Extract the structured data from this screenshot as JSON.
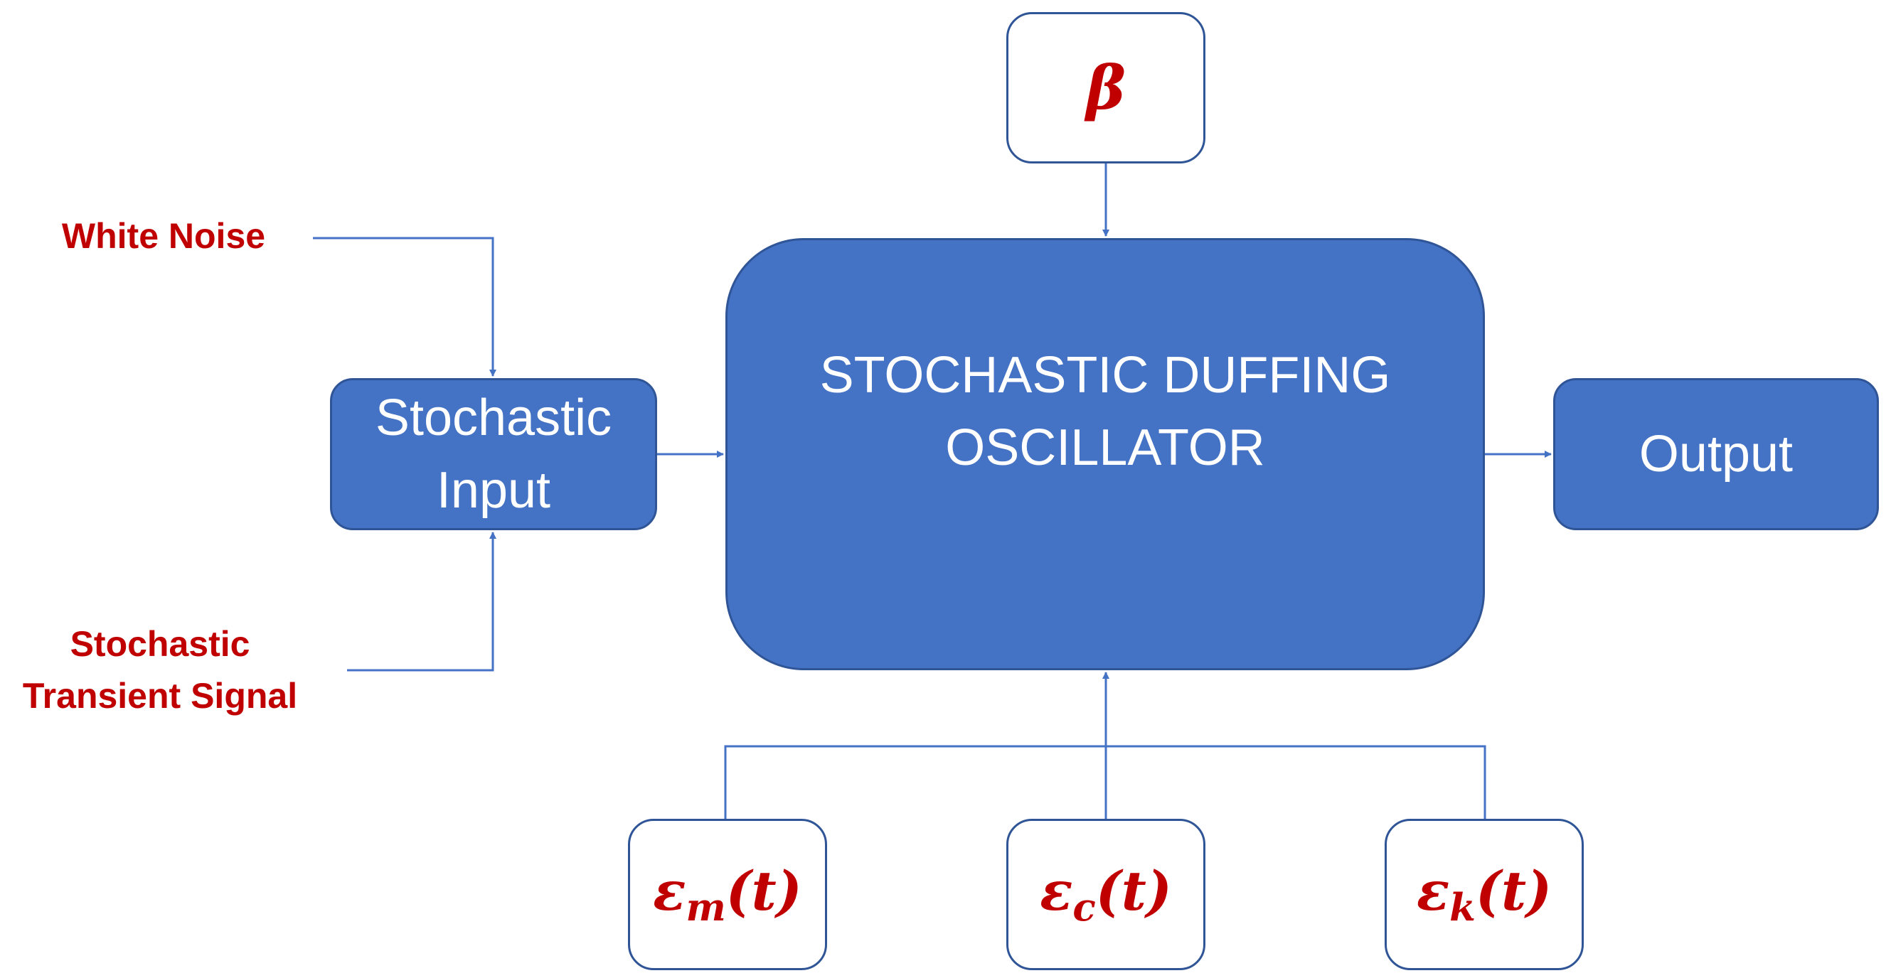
{
  "diagram": {
    "main_block": {
      "line1": "STOCHASTIC DUFFING",
      "line2": "OSCILLATOR"
    },
    "input_block": {
      "line1": "Stochastic",
      "line2": "Input"
    },
    "output_block": {
      "label": "Output"
    },
    "parameter_beta": {
      "symbol": "β"
    },
    "epsilon_m": {
      "symbol": "ε",
      "subscript": "m",
      "arg": "(t)"
    },
    "epsilon_c": {
      "symbol": "ε",
      "subscript": "c",
      "arg": "(t)"
    },
    "epsilon_k": {
      "symbol": "ε",
      "subscript": "k",
      "arg": "(t)"
    },
    "white_noise_label": "White Noise",
    "transient_label": {
      "line1": "Stochastic",
      "line2": "Transient Signal"
    }
  },
  "colors": {
    "block_fill": "#4472c4",
    "block_border": "#2f5597",
    "connector": "#4472c4",
    "label_text": "#c00000"
  }
}
